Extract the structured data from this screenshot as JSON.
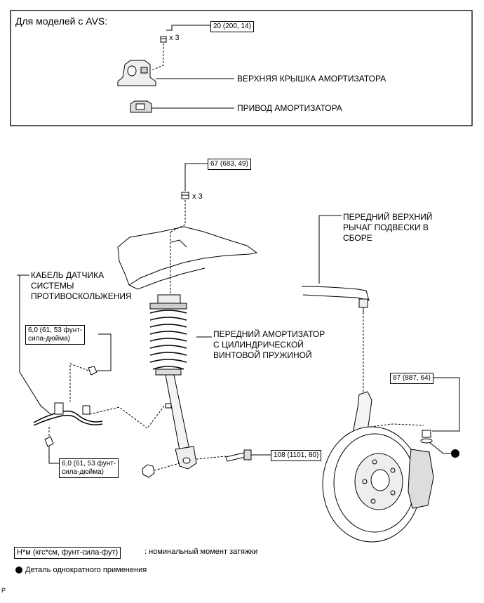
{
  "avs_panel": {
    "title": "Для моделей с AVS:",
    "torque": "20 (200, 14)",
    "qty": "x 3",
    "label_cover": "ВЕРХНЯЯ КРЫШКА АМОРТИЗАТОРА",
    "label_actuator": "ПРИВОД АМОРТИЗАТОРА"
  },
  "main": {
    "torque_top": "67 (683, 49)",
    "qty_top": "x 3",
    "label_upper_arm": "ПЕРЕДНИЙ ВЕРХНИЙ\nРЫЧАГ ПОДВЕСКИ В\nСБОРЕ",
    "label_cable": "КАБЕЛЬ ДАТЧИКА\nСИСТЕМЫ\nПРОТИВОСКОЛЬЖЕНИЯ",
    "torque_sensor_1": "6,0 (61, 53 фунт-\nсила-дюйма)",
    "label_shock": "ПЕРЕДНИЙ АМОРТИЗАТОР\nС ЦИЛИНДРИЧЕСКОЙ\nВИНТОВОЙ ПРУЖИНОЙ",
    "torque_knuckle": "87 (887, 64)",
    "torque_bolt": "108 (1101, 80)",
    "torque_sensor_2": "6,0 (61, 53 фунт-\nсила-дюйма)"
  },
  "legend": {
    "unit_box": "Н*м (кгс*см, фунт-сила-фут)",
    "unit_text": ": номинальный момент затяжки",
    "nonreusable": "Деталь однократного применения"
  },
  "footer": {
    "code": "P"
  }
}
